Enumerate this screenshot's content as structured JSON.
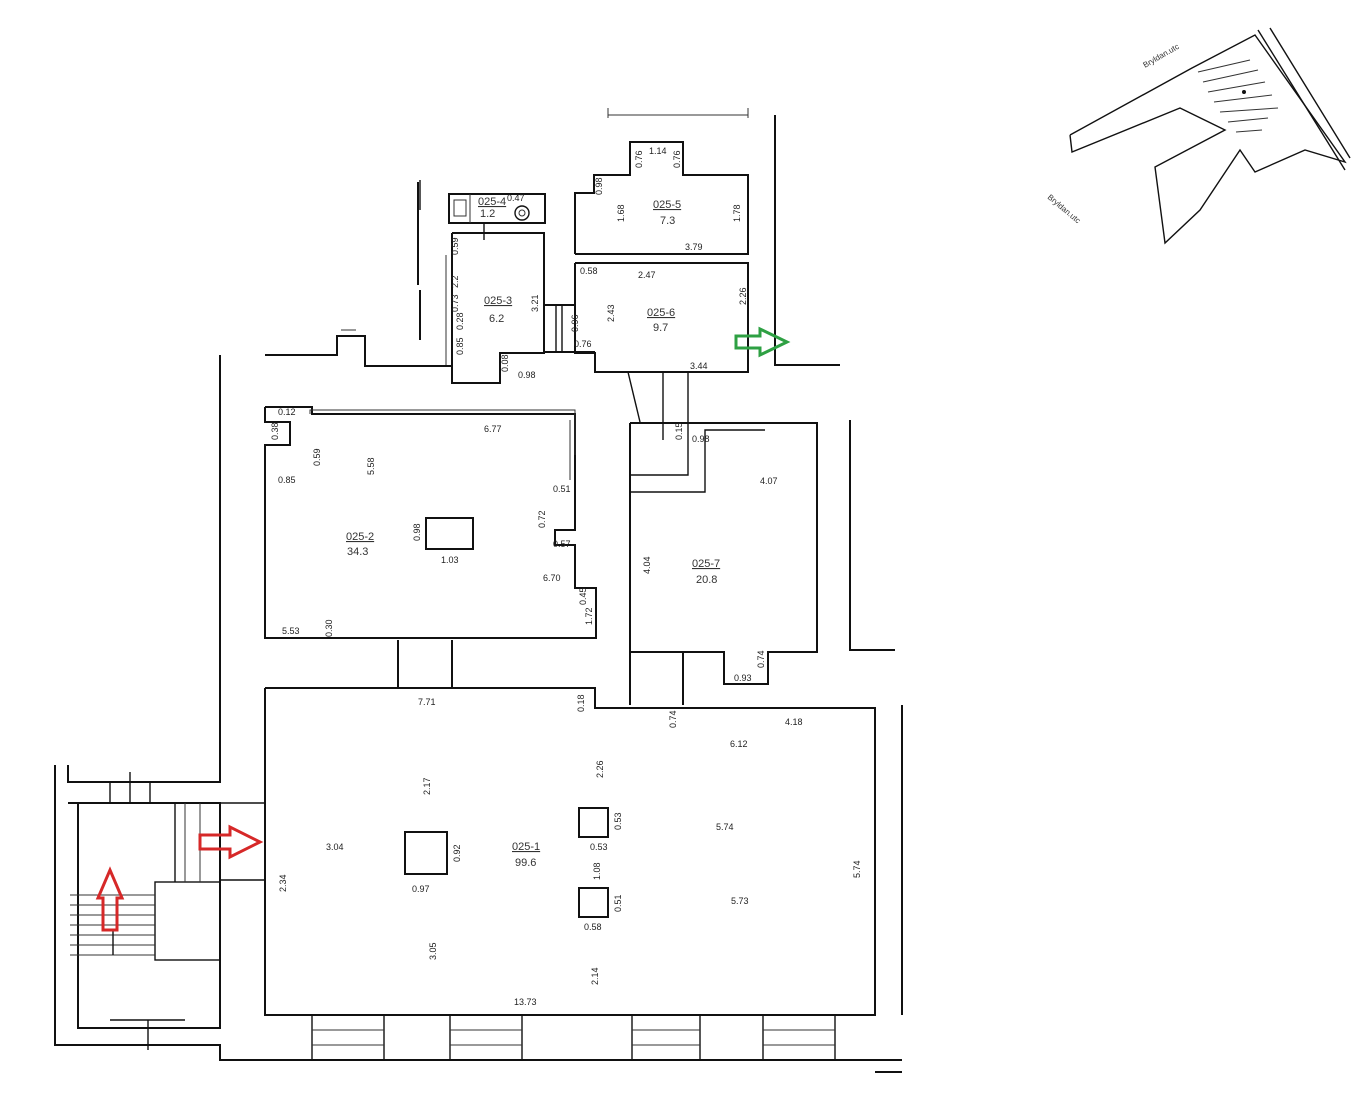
{
  "rooms": [
    {
      "id": "025-1",
      "area": "99.6"
    },
    {
      "id": "025-2",
      "area": "34.3"
    },
    {
      "id": "025-3",
      "area": "6.2"
    },
    {
      "id": "025-4",
      "area": "1.2"
    },
    {
      "id": "025-5",
      "area": "7.3"
    },
    {
      "id": "025-6",
      "area": "9.7"
    },
    {
      "id": "025-7",
      "area": "20.8"
    }
  ],
  "dimensions": {
    "r1_top": "7.71",
    "r1_top_right": "4.18",
    "r1_a": "0.18",
    "r1_b": "0.74",
    "r1_c": "6.12",
    "r1_d": "2.17",
    "r1_e": "2.26",
    "r1_f": "3.04",
    "r1_g": "0.92",
    "r1_h": "0.53",
    "r1_i": "0.53",
    "r1_j": "0.97",
    "r1_k": "5.74",
    "r1_l": "5.74",
    "r1_m": "2.34",
    "r1_n": "1.08",
    "r1_o": "0.51",
    "r1_p": "5.73",
    "r1_q": "0.58",
    "r1_r": "3.05",
    "r1_s": "2.14",
    "r1_bottom": "13.73",
    "r2_top": "6.77",
    "r2_a": "0.12",
    "r2_b": "0.38",
    "r2_c": "0.59",
    "r2_d": "5.58",
    "r2_e": "0.85",
    "r2_f": "0.51",
    "r2_g": "0.72",
    "r2_h": "0.57",
    "r2_i": "6.70",
    "r2_j": "0.45",
    "r2_k": "1.72",
    "r2_l": "0.98",
    "r2_m": "1.03",
    "r2_n": "5.53",
    "r2_o": "0.30",
    "r3_a": "0.59",
    "r3_b": "2.2",
    "r3_c": "0.28",
    "r3_d": "0.73",
    "r3_e": "3.21",
    "r3_f": "0.85",
    "r3_g": "0.08",
    "r3_h": "0.98",
    "r4_a": "0.47",
    "r5_a": "1.14",
    "r5_b": "0.76",
    "r5_c": "0.76",
    "r5_d": "0.98",
    "r5_e": "1.68",
    "r5_f": "1.78",
    "r5_g": "3.79",
    "r6_a": "0.58",
    "r6_b": "2.47",
    "r6_c": "2.43",
    "r6_d": "0.96",
    "r6_e": "2.26",
    "r6_f": "0.76",
    "r6_g": "3.44",
    "r7_a": "0.15",
    "r7_b": "0.98",
    "r7_c": "4.07",
    "r7_d": "4.04",
    "r7_e": "0.74",
    "r7_f": "0.93"
  },
  "inset": {
    "street_top": "Bryldan.utc",
    "street_left": "Bryldan.utc"
  },
  "colors": {
    "wall": "#111111",
    "entrance_arrow": "#d62828",
    "exit_arrow": "#2ea043"
  }
}
